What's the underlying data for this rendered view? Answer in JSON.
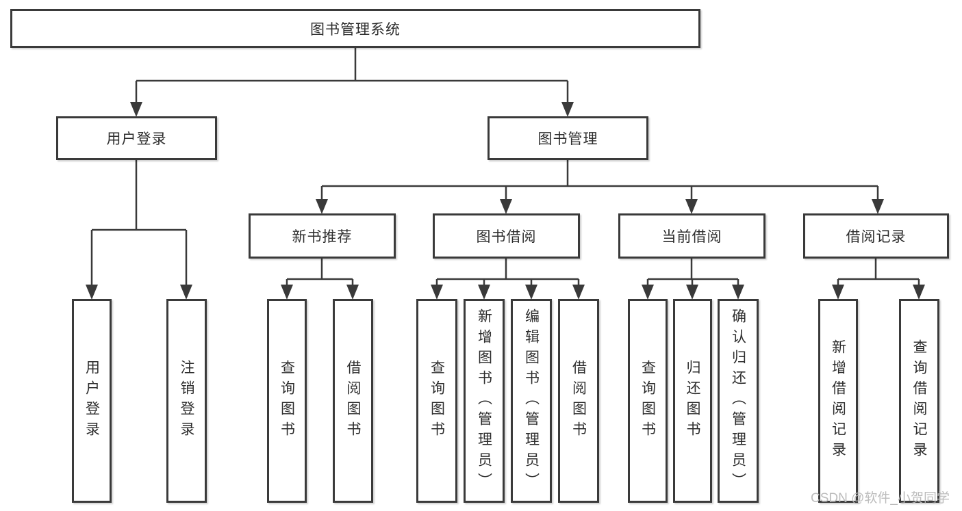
{
  "diagram": {
    "root": {
      "label": "图书管理系统"
    },
    "level2": {
      "user_login": {
        "label": "用户登录"
      },
      "book_mgmt": {
        "label": "图书管理"
      }
    },
    "level3": {
      "new_book": {
        "label": "新书推荐"
      },
      "book_borrow": {
        "label": "图书借阅"
      },
      "current_borrow": {
        "label": "当前借阅"
      },
      "borrow_record": {
        "label": "借阅记录"
      }
    },
    "leaves": {
      "user_login": [
        "用户登录",
        "注销登录"
      ],
      "new_book": [
        "查询图书",
        "借阅图书"
      ],
      "book_borrow": [
        "查询图书",
        "新增图书（管理员）",
        "编辑图书（管理员）",
        "借阅图书"
      ],
      "current_borrow": [
        "查询图书",
        "归还图书",
        "确认归还（管理员）"
      ],
      "borrow_record": [
        "新增借阅记录",
        "查询借阅记录"
      ]
    }
  },
  "watermark": {
    "text": "CSDN @软件_小贺同学"
  },
  "colors": {
    "line": "#3a3a3a",
    "box_border": "#3a3a3a",
    "text": "#2d2d2d",
    "background": "#ffffff",
    "watermark": "#b9b9b9"
  }
}
